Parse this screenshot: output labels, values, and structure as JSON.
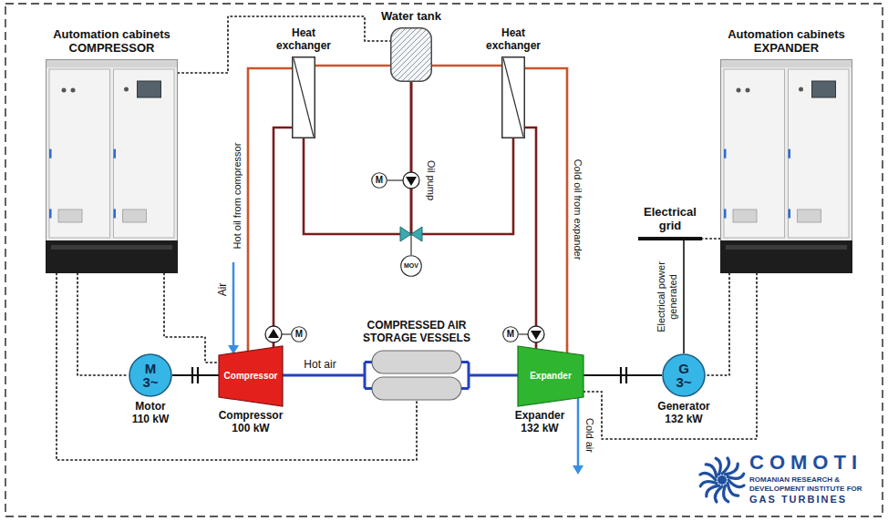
{
  "diagram": {
    "nodes": [
      {
        "text": [
          "Automation cabinets COMPRESSOR"
        ]
      },
      {
        "text": [
          "Water tank"
        ]
      },
      {
        "text": [
          "Heat exchanger"
        ]
      },
      {
        "text": [
          "Heat exchanger"
        ]
      },
      {
        "text": [
          "Automation cabinets EXPANDER"
        ]
      },
      {
        "text": [
          "M"
        ]
      },
      {
        "text": [
          "MOV"
        ]
      },
      {
        "text": [
          "Electrical grid"
        ]
      },
      {
        "text": [
          "M"
        ]
      },
      {
        "text": [
          "M"
        ]
      },
      {
        "text": [
          "COMPRESSED AIR STORAGE VESSELS"
        ]
      },
      {
        "text": [
          "M 3~",
          "Motor 110 kW"
        ]
      },
      {
        "text": [
          "Compressor",
          "Compressor 100 kW"
        ]
      },
      {
        "text": [
          "Expander",
          "Expander 132 kW"
        ]
      },
      {
        "text": [
          "G 3~",
          "Generator 132 kW"
        ]
      }
    ],
    "edges": [
      {
        "from": 12,
        "to": 2,
        "arrow": "none"
      },
      {
        "from": 2,
        "to": 1,
        "arrow": "none"
      },
      {
        "from": 1,
        "to": 3,
        "arrow": "none"
      },
      {
        "from": 3,
        "to": 13,
        "arrow": "none"
      },
      {
        "from": 2,
        "to": 12,
        "arrow": "none"
      },
      {
        "from": 1,
        "to": 2,
        "arrow": "none"
      },
      {
        "from": 1,
        "to": 3,
        "arrow": "none"
      },
      {
        "from": 3,
        "to": 13,
        "arrow": "none"
      },
      {
        "from": 11,
        "to": 12,
        "arrow": "none"
      },
      {
        "from": 12,
        "to": 10,
        "label": "Hot air",
        "arrow": "none"
      },
      {
        "from": 10,
        "to": 13,
        "arrow": "none"
      },
      {
        "from": 13,
        "to": 14,
        "arrow": "none"
      },
      {
        "from": 14,
        "to": 7,
        "label": "Electrical power generated",
        "arrow": "none"
      },
      {
        "from": 0,
        "to": 1,
        "arrow": "none"
      },
      {
        "from": 0,
        "to": 11,
        "arrow": "none"
      },
      {
        "from": 0,
        "to": 12,
        "arrow": "none"
      },
      {
        "from": 0,
        "to": 10,
        "arrow": "none"
      },
      {
        "from": 4,
        "to": 7,
        "arrow": "none"
      },
      {
        "from": 4,
        "to": 14,
        "arrow": "none"
      },
      {
        "from": 4,
        "to": 13,
        "arrow": "none"
      }
    ],
    "labels": [
      "Air",
      "Hot oil from compressor",
      "Oil pump",
      "Cold oil from expander",
      "Cold air",
      "COMOTI",
      "ROMANIAN RESEARCH &",
      "DEVELOPMENT INSTITUTE FOR",
      "GAS TURBINES"
    ]
  }
}
